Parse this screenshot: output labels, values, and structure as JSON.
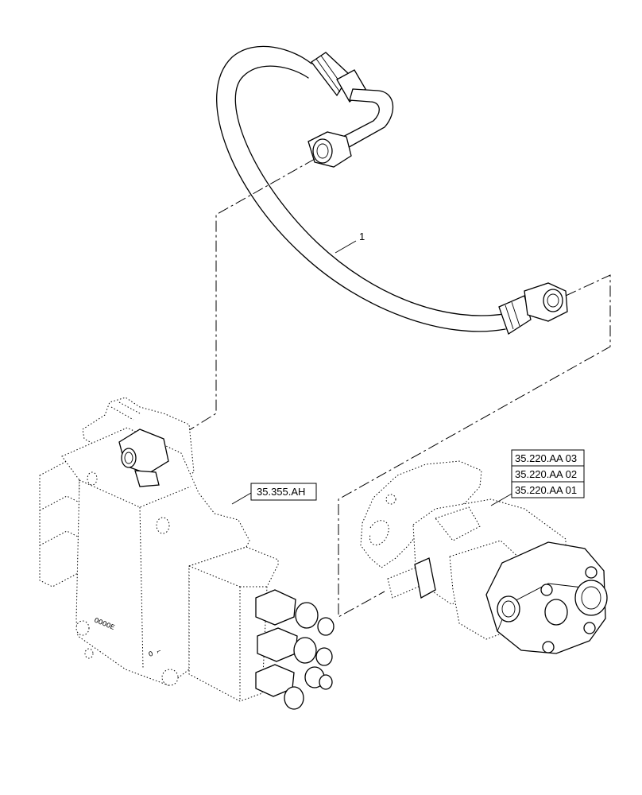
{
  "item_label": "1",
  "callouts": {
    "valve": "35.355.AH",
    "pump": [
      "35.220.AA 03",
      "35.220.AA 02",
      "35.220.AA 01"
    ]
  }
}
